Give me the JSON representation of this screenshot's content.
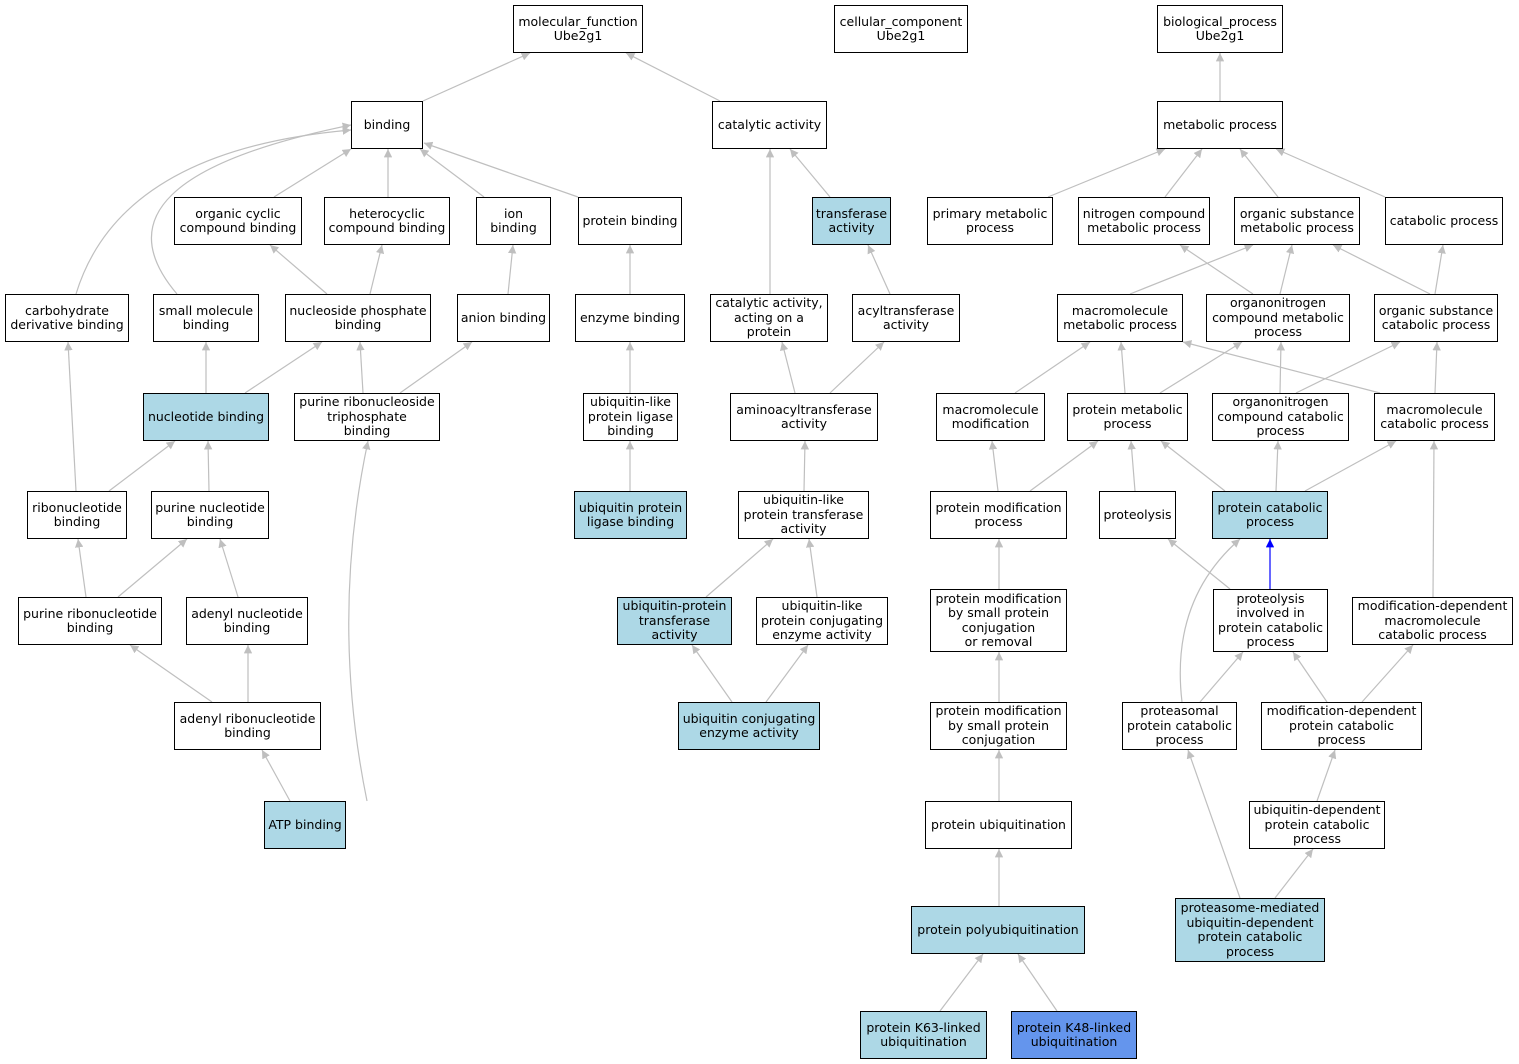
{
  "colors": {
    "highlight": "#add8e6",
    "selected": "#6495ed",
    "edge": "#bfbfbf",
    "edge_selected": "#0000ff"
  },
  "nodes": {
    "mf_root": "molecular_function\nUbe2g1",
    "cc_root": "cellular_component\nUbe2g1",
    "bp_root": "biological_process\nUbe2g1",
    "binding": "binding",
    "catalytic_activity": "catalytic activity",
    "metabolic_process": "metabolic process",
    "organic_cyclic_compound_binding": "organic cyclic\ncompound binding",
    "heterocyclic_compound_binding": "heterocyclic\ncompound binding",
    "ion_binding": "ion binding",
    "protein_binding": "protein binding",
    "transferase_activity": "transferase\nactivity",
    "primary_metabolic_process": "primary metabolic\nprocess",
    "nitrogen_compound_metabolic_process": "nitrogen compound\nmetabolic process",
    "organic_substance_metabolic_process": "organic substance\nmetabolic process",
    "catabolic_process": "catabolic process",
    "carbohydrate_derivative_binding": "carbohydrate\nderivative binding",
    "small_molecule_binding": "small molecule\nbinding",
    "nucleoside_phosphate_binding": "nucleoside phosphate\nbinding",
    "anion_binding": "anion binding",
    "enzyme_binding": "enzyme binding",
    "catalytic_activity_acting_on_protein": "catalytic activity,\nacting on a\nprotein",
    "acyltransferase_activity": "acyltransferase\nactivity",
    "macromolecule_metabolic_process": "macromolecule\nmetabolic process",
    "organonitrogen_compound_metabolic_process": "organonitrogen\ncompound metabolic\nprocess",
    "organic_substance_catabolic_process": "organic substance\ncatabolic process",
    "nucleotide_binding": "nucleotide binding",
    "purine_ribonucleoside_triphosphate_binding": "purine ribonucleoside\ntriphosphate\nbinding",
    "ubiquitin_like_protein_ligase_binding": "ubiquitin-like\nprotein ligase\nbinding",
    "aminoacyltransferase_activity": "aminoacyltransferase\nactivity",
    "macromolecule_modification": "macromolecule\nmodification",
    "protein_metabolic_process": "protein metabolic\nprocess",
    "organonitrogen_compound_catabolic_process": "organonitrogen\ncompound catabolic\nprocess",
    "macromolecule_catabolic_process": "macromolecule\ncatabolic process",
    "ribonucleotide_binding": "ribonucleotide\nbinding",
    "purine_nucleotide_binding": "purine nucleotide\nbinding",
    "ubiquitin_protein_ligase_binding": "ubiquitin protein\nligase binding",
    "ubiquitin_like_protein_transferase_activity": "ubiquitin-like\nprotein transferase\nactivity",
    "protein_modification_process": "protein modification\nprocess",
    "proteolysis": "proteolysis",
    "protein_catabolic_process": "protein catabolic\nprocess",
    "purine_ribonucleotide_binding": "purine ribonucleotide\nbinding",
    "adenyl_nucleotide_binding": "adenyl nucleotide\nbinding",
    "ubiquitin_protein_transferase_activity": "ubiquitin-protein\ntransferase\nactivity",
    "ubiquitin_like_protein_conjugating_enzyme_activity": "ubiquitin-like\nprotein conjugating\nenzyme activity",
    "protein_modification_by_small_protein_conjugation_or_removal": "protein modification\nby small protein\nconjugation\nor removal",
    "proteolysis_involved_in_protein_catabolic_process": "proteolysis\ninvolved in\nprotein catabolic\nprocess",
    "modification_dependent_macromolecule_catabolic_process": "modification-dependent\nmacromolecule\ncatabolic process",
    "adenyl_ribonucleotide_binding": "adenyl ribonucleotide\nbinding",
    "ubiquitin_conjugating_enzyme_activity": "ubiquitin conjugating\nenzyme activity",
    "protein_modification_by_small_protein_conjugation": "protein modification\nby small protein\nconjugation",
    "proteasomal_protein_catabolic_process": "proteasomal\nprotein catabolic\nprocess",
    "modification_dependent_protein_catabolic_process": "modification-dependent\nprotein catabolic\nprocess",
    "atp_binding": "ATP binding",
    "protein_ubiquitination": "protein ubiquitination",
    "ubiquitin_dependent_protein_catabolic_process": "ubiquitin-dependent\nprotein catabolic\nprocess",
    "protein_polyubiquitination": "protein polyubiquitination",
    "proteasome_mediated_ubiquitin_dependent_protein_catabolic_process": "proteasome-mediated\nubiquitin-dependent\nprotein catabolic\nprocess",
    "protein_k63_linked_ubiquitination": "protein K63-linked\nubiquitination",
    "protein_k48_linked_ubiquitination": "protein K48-linked\nubiquitination"
  }
}
